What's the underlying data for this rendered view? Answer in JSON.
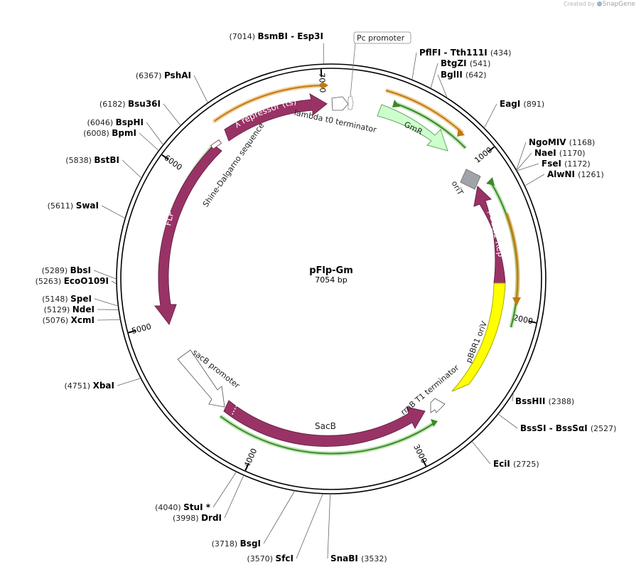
{
  "credit": {
    "prefix": "Created by",
    "brand": "SnapGene"
  },
  "plasmid": {
    "name": "pFlp-Gm",
    "size_label": "7054 bp",
    "total_bp": 7054
  },
  "ticks": [
    {
      "bp": 1000,
      "label": "1000"
    },
    {
      "bp": 2000,
      "label": "2000"
    },
    {
      "bp": 3000,
      "label": "3000"
    },
    {
      "bp": 4000,
      "label": "4000"
    },
    {
      "bp": 5000,
      "label": "5000"
    },
    {
      "bp": 6000,
      "label": "6000"
    },
    {
      "bp": 7000,
      "label": "7000"
    }
  ],
  "sites": [
    {
      "bp": 7014,
      "name": "BsmBI  - Esp3I",
      "pos": "(7014)"
    },
    {
      "bp": 434,
      "name": "PflFI  - Tth111I",
      "pos": "(434)"
    },
    {
      "bp": 541,
      "name": "BtgZI",
      "pos": "(541)"
    },
    {
      "bp": 642,
      "name": "BglII",
      "pos": "(642)"
    },
    {
      "bp": 891,
      "name": "EagI",
      "pos": "(891)"
    },
    {
      "bp": 1168,
      "name": "NgoMIV",
      "pos": "(1168)"
    },
    {
      "bp": 1170,
      "name": "NaeI",
      "pos": "(1170)"
    },
    {
      "bp": 1172,
      "name": "FseI",
      "pos": "(1172)"
    },
    {
      "bp": 1261,
      "name": "AlwNI",
      "pos": "(1261)"
    },
    {
      "bp": 2388,
      "name": "BssHII",
      "pos": "(2388)"
    },
    {
      "bp": 2527,
      "name": "BssSI  - BssSαI",
      "pos": "(2527)"
    },
    {
      "bp": 2725,
      "name": "EciI",
      "pos": "(2725)"
    },
    {
      "bp": 3532,
      "name": "SnaBI",
      "pos": "(3532)"
    },
    {
      "bp": 3570,
      "name": "SfcI",
      "pos": "(3570)"
    },
    {
      "bp": 3718,
      "name": "BsgI",
      "pos": "(3718)"
    },
    {
      "bp": 3998,
      "name": "DrdI",
      "pos": "(3998)"
    },
    {
      "bp": 4040,
      "name": "StuI *",
      "pos": "(4040)"
    },
    {
      "bp": 4751,
      "name": "XbaI",
      "pos": "(4751)"
    },
    {
      "bp": 5076,
      "name": "XcmI",
      "pos": "(5076)"
    },
    {
      "bp": 5129,
      "name": "NdeI",
      "pos": "(5129)"
    },
    {
      "bp": 5148,
      "name": "SpeI",
      "pos": "(5148)"
    },
    {
      "bp": 5263,
      "name": "EcoO109I",
      "pos": "(5263)"
    },
    {
      "bp": 5289,
      "name": "BbsI",
      "pos": "(5289)"
    },
    {
      "bp": 5611,
      "name": "SwaI",
      "pos": "(5611)"
    },
    {
      "bp": 5838,
      "name": "BstBI",
      "pos": "(5838)"
    },
    {
      "bp": 6008,
      "name": "BpmI",
      "pos": "(6008)"
    },
    {
      "bp": 6046,
      "name": "BspHI",
      "pos": "(6046)"
    },
    {
      "bp": 6182,
      "name": "Bsu36I",
      "pos": "(6182)"
    },
    {
      "bp": 6367,
      "name": "PshAI",
      "pos": "(6367)"
    }
  ],
  "features": [
    {
      "id": "lambda-repressor",
      "label": "λ repressor (ts)",
      "color": "#993366",
      "outline_color": "#6b2347"
    },
    {
      "id": "flp",
      "label": "FLP",
      "color": "#993366",
      "outline_color": "#6b2347"
    },
    {
      "id": "gmr",
      "label": "GmR",
      "color": "#ccffcc",
      "outline_color": "#66aa66"
    },
    {
      "id": "orit",
      "label": "oriT",
      "color": "#999999"
    },
    {
      "id": "pbbr1-rep",
      "label": "pBBR1 Rep",
      "color": "#993366",
      "outline_color": "#6b2347"
    },
    {
      "id": "pbbr1-oriv",
      "label": "pBBR1 oriV",
      "color": "#ffff00",
      "outline_color": "#aaaa00"
    },
    {
      "id": "sacb",
      "label": "SacB",
      "color": "#993366",
      "outline_color": "#6b2347"
    },
    {
      "id": "sacb-promoter",
      "label": "sacB promoter",
      "color": "#ffffff"
    },
    {
      "id": "rrnb-t1-terminator",
      "label": "rrnB T1 terminator",
      "color": "#ffffff"
    },
    {
      "id": "lambda-t0-terminator",
      "label": "lambda t0 terminator",
      "color": "#ffffff"
    },
    {
      "id": "pc-promoter",
      "label": "Pc promoter",
      "color": "#ffffff"
    },
    {
      "id": "shine-dalgarno",
      "label": "Shine-Dalgarno sequence",
      "color": "#ffffff"
    }
  ],
  "colors": {
    "backbone": "#000000",
    "orf_orange": "#e09a2e",
    "orf_green": "#6ab04c",
    "line": "#555555"
  }
}
